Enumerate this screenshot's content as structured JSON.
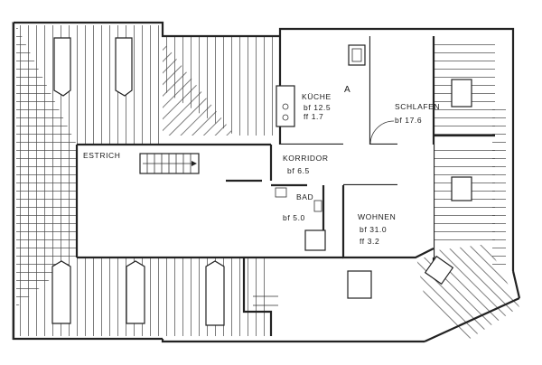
{
  "plan": {
    "marker": "A",
    "rooms": {
      "kueche": {
        "name": "KÜCHE",
        "area": "bf 12.5",
        "floor": "ff 1.7"
      },
      "schlafen": {
        "name": "SCHLAFEN",
        "area": "bf 17.6"
      },
      "estrich": {
        "name": "ESTRICH"
      },
      "korridor": {
        "name": "KORRIDOR",
        "area": "bf 6.5"
      },
      "bad": {
        "name": "BAD",
        "area": "bf 5.0"
      },
      "wohnen": {
        "name": "WOHNEN",
        "area": "bf 31.0",
        "floor": "ff 3.2"
      }
    }
  }
}
